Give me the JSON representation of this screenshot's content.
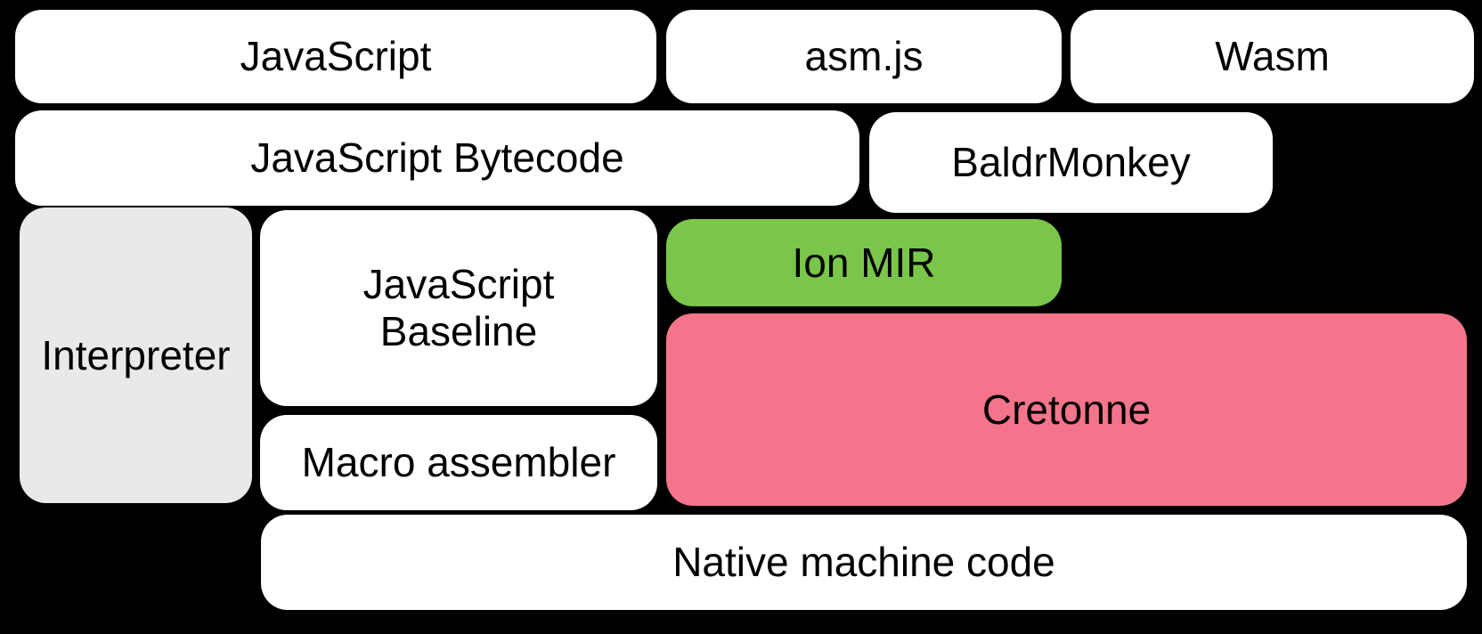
{
  "diagram": {
    "background_color": "#000000",
    "text_color": "#000000",
    "colors": {
      "default_box": "#ffffff",
      "interpreter_gray": "#e9e9e9",
      "ion_green": "#79c64b",
      "cretonne_pink": "#f4758b"
    },
    "nodes": [
      {
        "id": "javascript",
        "label": "JavaScript",
        "color": "#ffffff"
      },
      {
        "id": "asm-js",
        "label": "asm.js",
        "color": "#ffffff"
      },
      {
        "id": "wasm",
        "label": "Wasm",
        "color": "#ffffff"
      },
      {
        "id": "javascript-bytecode",
        "label": "JavaScript Bytecode",
        "color": "#ffffff"
      },
      {
        "id": "baldrmonkey",
        "label": "BaldrMonkey",
        "color": "#ffffff"
      },
      {
        "id": "interpreter",
        "label": "Interpreter",
        "color": "#e9e9e9"
      },
      {
        "id": "javascript-baseline",
        "label": "JavaScript Baseline",
        "color": "#ffffff",
        "lines": [
          "JavaScript",
          "Baseline"
        ]
      },
      {
        "id": "ion-mir",
        "label": "Ion MIR",
        "color": "#79c64b"
      },
      {
        "id": "cretonne",
        "label": "Cretonne",
        "color": "#f4758b"
      },
      {
        "id": "macro-assembler",
        "label": "Macro assembler",
        "color": "#ffffff"
      },
      {
        "id": "native-machine-code",
        "label": "Native machine code",
        "color": "#ffffff"
      }
    ]
  }
}
